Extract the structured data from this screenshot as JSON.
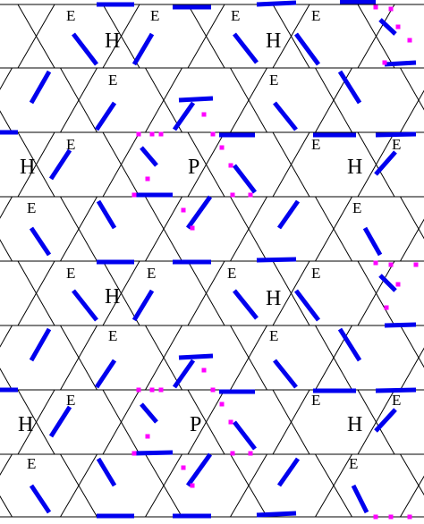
{
  "colors": {
    "lines": "#000000",
    "bonds": "#0000ee",
    "defects": "#ff00ff",
    "background": "#ffffff"
  },
  "labels": {
    "edge": "E",
    "hexagon": "H",
    "plaquette": "P"
  }
}
